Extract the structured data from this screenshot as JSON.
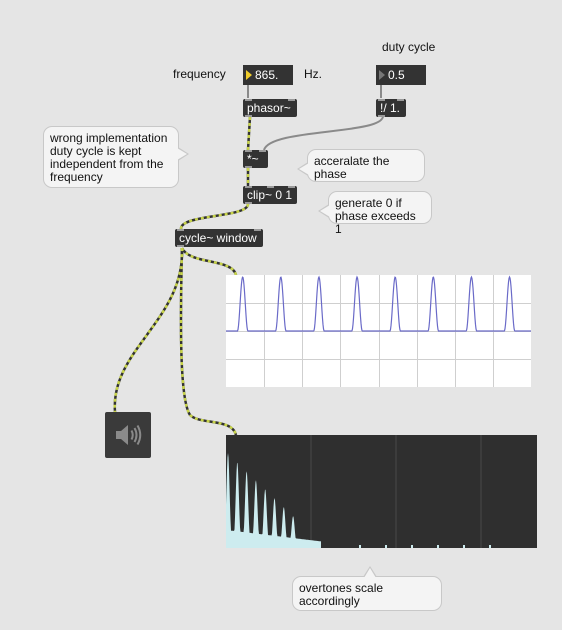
{
  "labels": {
    "frequency": "frequency",
    "hz": "Hz.",
    "duty_cycle": "duty cycle"
  },
  "number_boxes": {
    "frequency_value": "865.",
    "duty_cycle_value": "0.5"
  },
  "objects": {
    "phasor": "phasor~",
    "divide": "!/ 1.",
    "multiply": "*~",
    "clip": "clip~ 0 1",
    "cycle": "cycle~ window"
  },
  "comments": {
    "wrong_impl": "wrong implementation duty cycle is kept independent from the frequency",
    "accelerate": "acceralate the phase",
    "generate_zero": "generate 0 if phase exceeds 1",
    "overtones": "overtones scale accordingly"
  },
  "icons": {
    "dac": "speaker-icon"
  },
  "colors": {
    "patch_bg": "#e5e5e5",
    "object_bg": "#333333",
    "audio_cable": "#c8d44a",
    "scope_trace": "#6a6ac8",
    "spectrum_fill": "#cdecef",
    "number_arrow": "#f0cc2a"
  },
  "scope_display": {
    "cycles_visible": 8,
    "pulse_duty": 0.5
  },
  "spectrum_display": {
    "visible_peaks": 8
  }
}
